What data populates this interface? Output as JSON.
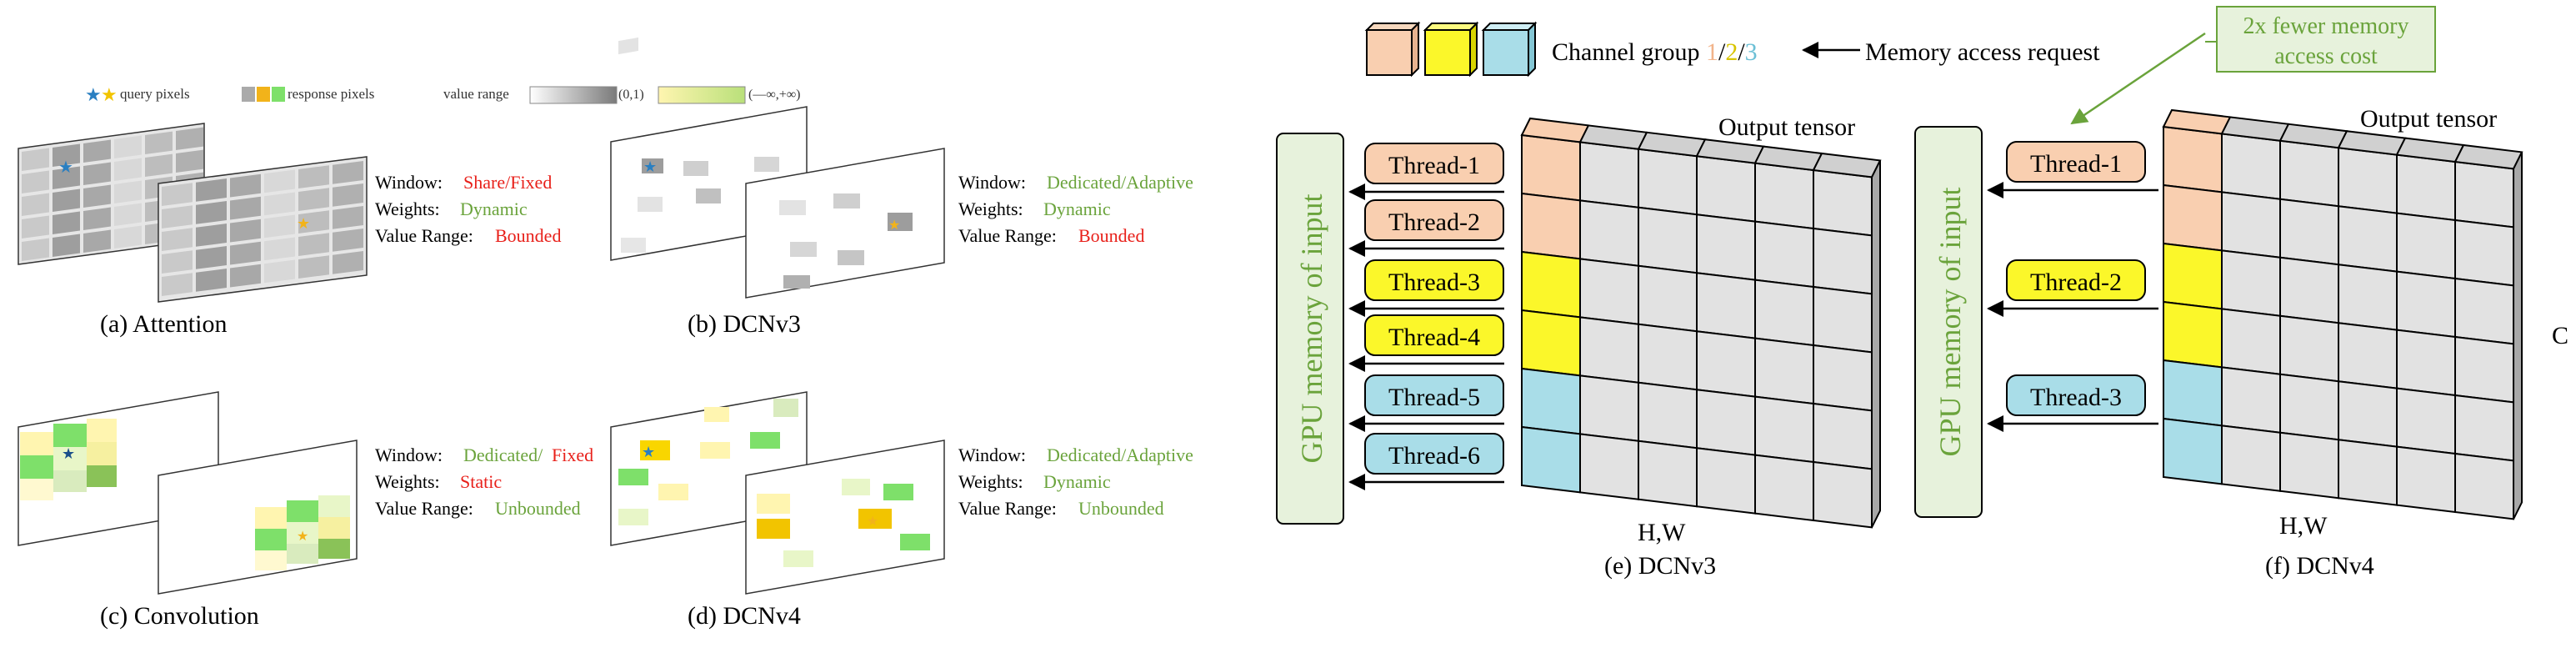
{
  "legend_left": {
    "query_label": "query pixels",
    "response_label": "response pixels",
    "value_range_label": "value range",
    "range_bounded": "(0,1)",
    "range_unbounded": "(—∞,+∞)"
  },
  "panels": [
    {
      "caption": "(a) Attention",
      "window_key": "Window:",
      "window_val": "Share/Fixed",
      "weights_key": "Weights:",
      "weights_val": "Dynamic",
      "range_key": "Value Range:",
      "range_val": "Bounded"
    },
    {
      "caption": "(b) DCNv3",
      "window_key": "Window:",
      "window_val": "Dedicated/Adaptive",
      "weights_key": "Weights:",
      "weights_val": "Dynamic",
      "range_key": "Value Range:",
      "range_val": "Bounded"
    },
    {
      "caption": "(c)  Convolution",
      "window_key": "Window:",
      "window_val_a": "Dedicated/",
      "window_val_b": "Fixed",
      "weights_key": "Weights:",
      "weights_val": "Static",
      "range_key": "Value Range:",
      "range_val": "Unbounded"
    },
    {
      "caption": "(d) DCNv4",
      "window_key": "Window:",
      "window_val": "Dedicated/Adaptive",
      "weights_key": "Weights:",
      "weights_val": "Dynamic",
      "range_key": "Value Range:",
      "range_val": "Unbounded"
    }
  ],
  "right_legend": {
    "channel_group": "Channel group ",
    "g1": "1",
    "sep1": "/",
    "g2": "2",
    "sep2": "/",
    "g3": "3",
    "memory_request": "Memory access request",
    "fewer_line1": "2x fewer memory",
    "fewer_line2": "access cost"
  },
  "dcnv3": {
    "gpu_label": "GPU memory of input",
    "output_label": "Output tensor",
    "hw_label": "H,W",
    "caption": "(e) DCNv3",
    "threads": [
      "Thread-1",
      "Thread-2",
      "Thread-3",
      "Thread-4",
      "Thread-5",
      "Thread-6"
    ]
  },
  "dcnv4": {
    "gpu_label": "GPU memory of input",
    "output_label": "Output tensor",
    "hw_label": "H,W",
    "c_label": "C",
    "caption": "(f) DCNv4",
    "threads": [
      "Thread-1",
      "Thread-2",
      "Thread-3"
    ]
  },
  "colors": {
    "group1": "#f9cfb0",
    "group2": "#fbf72a",
    "group3": "#a9dde8",
    "red_text": "#e8201a",
    "green_text": "#6aa33b",
    "gpu_box_fill": "#e7f2dc",
    "gpu_box_stroke": "#6aa33b",
    "cube_gray": "#e2e2e2"
  }
}
